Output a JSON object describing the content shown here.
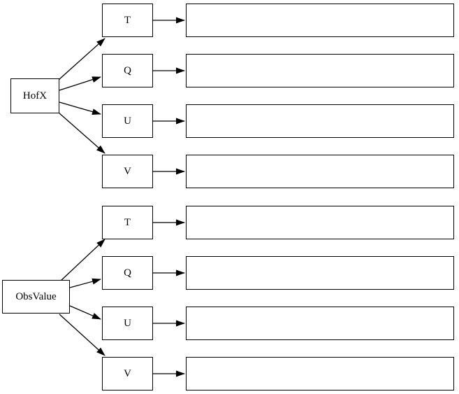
{
  "diagram": {
    "background": "#ffffff",
    "line_color": "#000000",
    "node_fill": "#ffffff",
    "groups": [
      {
        "root_label": "HofX",
        "variables": [
          {
            "label": "T",
            "target_text": ""
          },
          {
            "label": "Q",
            "target_text": ""
          },
          {
            "label": "U",
            "target_text": ""
          },
          {
            "label": "V",
            "target_text": ""
          }
        ]
      },
      {
        "root_label": "ObsValue",
        "variables": [
          {
            "label": "T",
            "target_text": ""
          },
          {
            "label": "Q",
            "target_text": ""
          },
          {
            "label": "U",
            "target_text": ""
          },
          {
            "label": "V",
            "target_text": ""
          }
        ]
      }
    ]
  }
}
